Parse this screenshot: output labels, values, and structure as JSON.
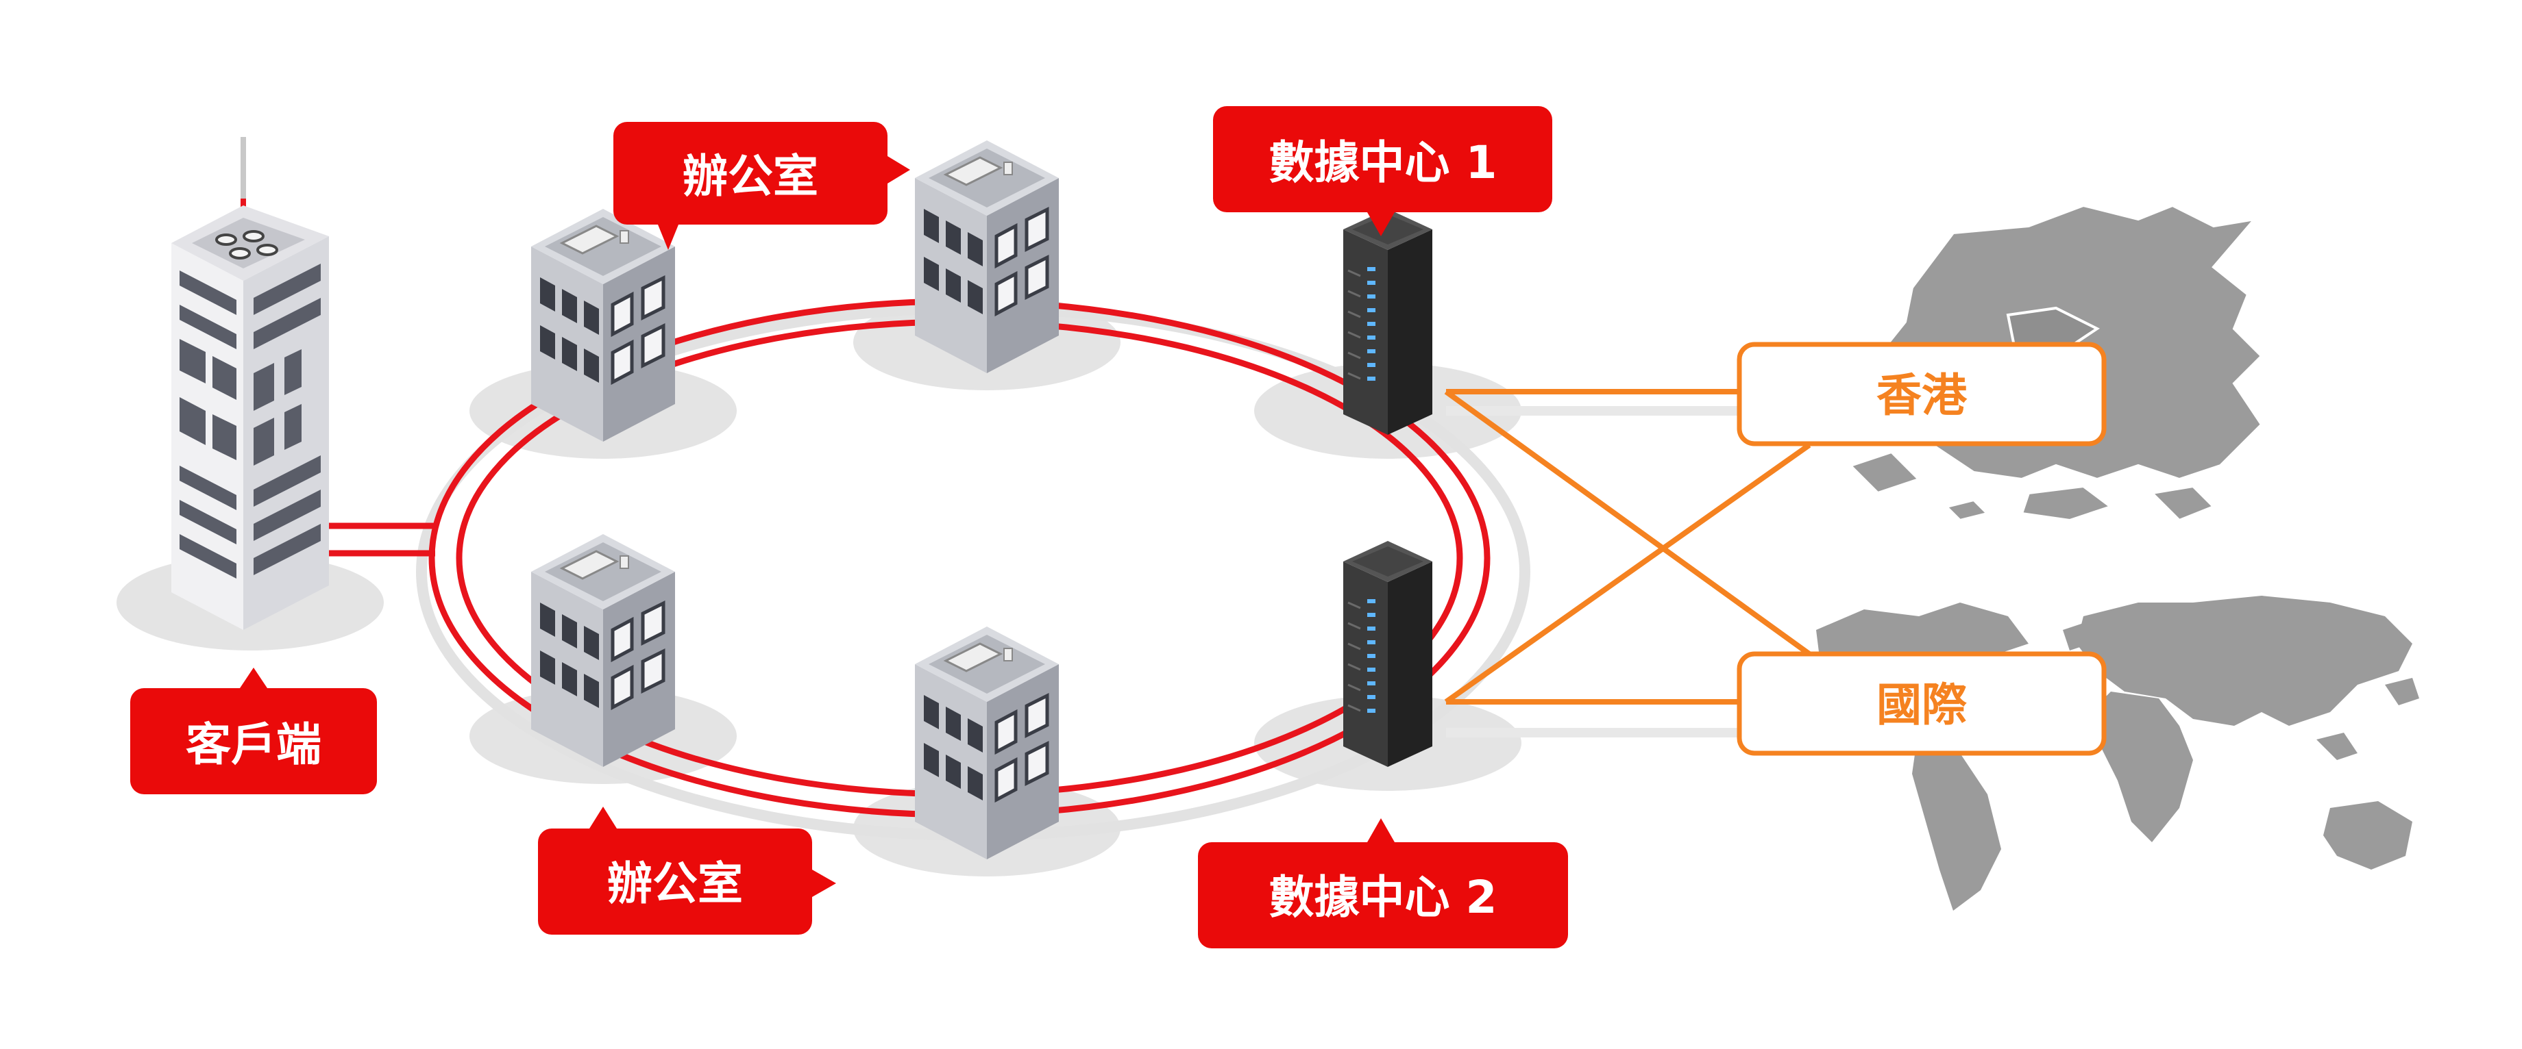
{
  "labels": {
    "client": "客戶端",
    "office_top": "辦公室",
    "office_bottom": "辦公室",
    "datacenter_1": "數據中心 1",
    "datacenter_2": "數據中心 2",
    "hongkong": "香港",
    "international": "國際"
  },
  "colors": {
    "ring_red": "#e8141c",
    "link_orange": "#f58220",
    "callout_red": "#ea0a0a",
    "map_gray": "#9b9b9b",
    "shadow_gray": "#e4e4e4"
  },
  "icons": [
    "client-tower-icon",
    "office-building-icon",
    "server-rack-icon",
    "hongkong-map-icon",
    "world-map-icon"
  ]
}
